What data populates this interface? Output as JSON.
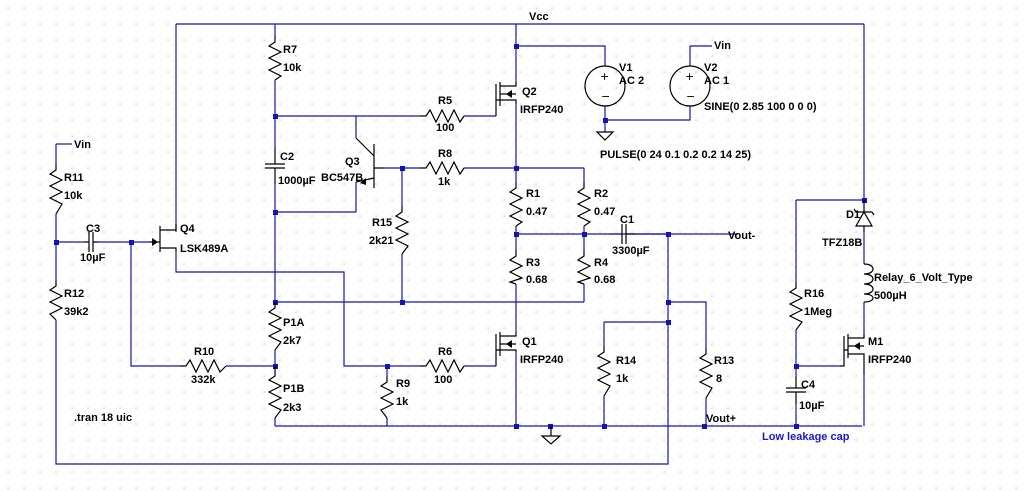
{
  "nets": {
    "vcc": "Vcc",
    "vin_top": "Vin",
    "vin_left": "Vin",
    "vout_minus": "Vout-",
    "vout_plus": "Vout+"
  },
  "components": {
    "R7": {
      "ref": "R7",
      "value": "10k"
    },
    "C2": {
      "ref": "C2",
      "value": "1000µF"
    },
    "P1A": {
      "ref": "P1A",
      "value": "2k7"
    },
    "P1B": {
      "ref": "P1B",
      "value": "2k3"
    },
    "R5": {
      "ref": "R5",
      "value": "100"
    },
    "Q3": {
      "ref": "Q3",
      "value": "BC547B"
    },
    "R8": {
      "ref": "R8",
      "value": "1k"
    },
    "R15": {
      "ref": "R15",
      "value": "2k21"
    },
    "Q2": {
      "ref": "Q2",
      "value": "IRFP240"
    },
    "V1": {
      "ref": "V1",
      "value": "AC 2"
    },
    "V2": {
      "ref": "V2",
      "value": "AC 1"
    },
    "R1": {
      "ref": "R1",
      "value": "0.47"
    },
    "R2": {
      "ref": "R2",
      "value": "0.47"
    },
    "R3": {
      "ref": "R3",
      "value": "0.68"
    },
    "R4": {
      "ref": "R4",
      "value": "0.68"
    },
    "C1": {
      "ref": "C1",
      "value": "3300µF"
    },
    "R11": {
      "ref": "R11",
      "value": "10k"
    },
    "C3": {
      "ref": "C3",
      "value": "10µF"
    },
    "Q4": {
      "ref": "Q4",
      "value": "LSK489A"
    },
    "R12": {
      "ref": "R12",
      "value": "39k2"
    },
    "R10": {
      "ref": "R10",
      "value": "332k"
    },
    "R9": {
      "ref": "R9",
      "value": "1k"
    },
    "R6": {
      "ref": "R6",
      "value": "100"
    },
    "Q1": {
      "ref": "Q1",
      "value": "IRFP240"
    },
    "R14": {
      "ref": "R14",
      "value": "1k"
    },
    "R13": {
      "ref": "R13",
      "value": "8"
    },
    "D1": {
      "ref": "D1",
      "value": "TFZ18B"
    },
    "RL": {
      "ref": "Relay_6_Volt_Type",
      "value": "500µH"
    },
    "R16": {
      "ref": "R16",
      "value": "1Meg"
    },
    "M1": {
      "ref": "M1",
      "value": "IRFP240"
    },
    "C4": {
      "ref": "C4",
      "value": "10µF"
    }
  },
  "directives": {
    "v2_sine": "SINE(0 2.85 100 0 0 0)",
    "v1_pulse": "PULSE(0 24 0.1 0.2 0.2 14 25)",
    "tran": ".tran 18 uic"
  },
  "comments": {
    "c4_note": "Low leakage cap"
  },
  "colors": {
    "background": "#ffffff",
    "grid_dot": "#9a9a9a",
    "wire": "#1414b4",
    "component": "#000000",
    "comment": "#1a1ac8"
  }
}
